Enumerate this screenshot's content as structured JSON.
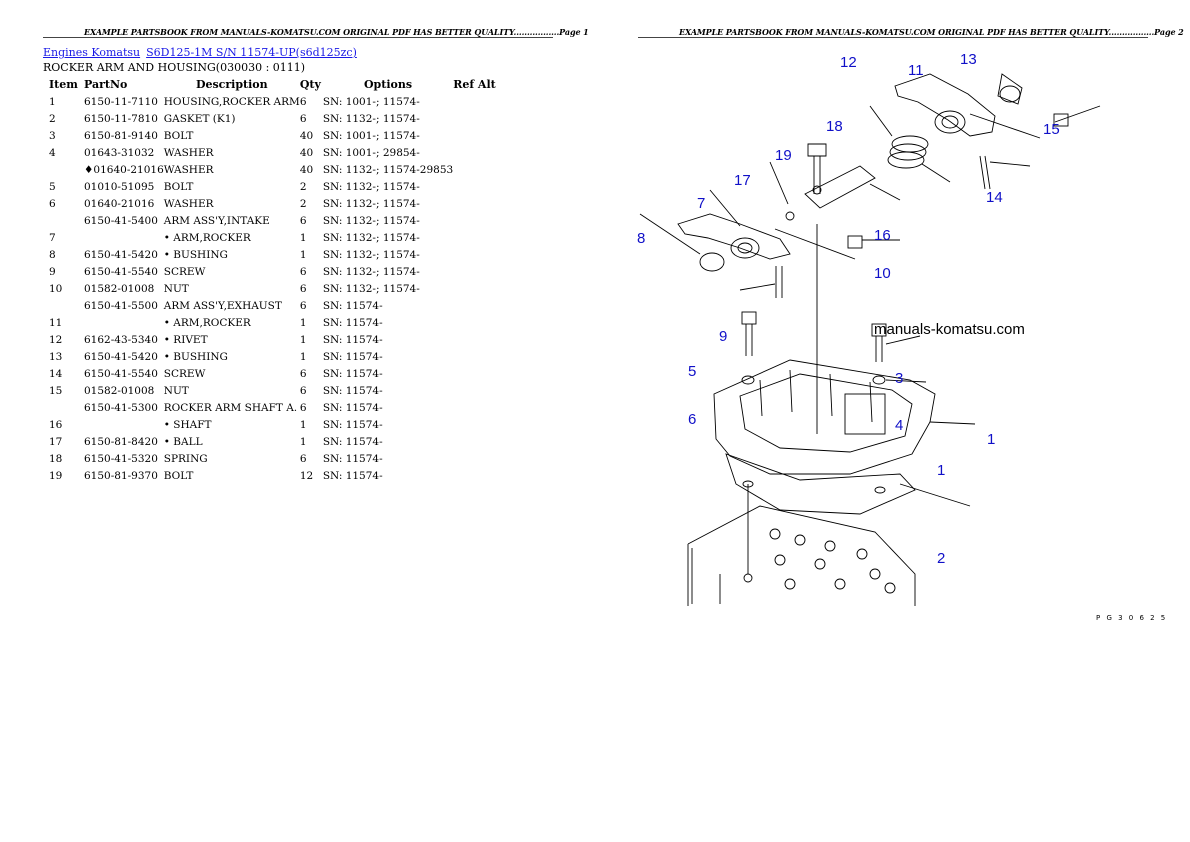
{
  "header": {
    "left_text": "EXAMPLE PARTSBOOK FROM MANUALS-KOMATSU.COM ORIGINAL PDF HAS BETTER QUALITY.................Page 1",
    "right_text": "EXAMPLE PARTSBOOK FROM MANUALS-KOMATSU.COM ORIGINAL PDF HAS BETTER QUALITY.................Page 2"
  },
  "breadcrumb": {
    "link1": "Engines Komatsu",
    "link2": "S6D125-1M S/N 11574-UP(s6d125zc)"
  },
  "section_title": "ROCKER ARM AND HOUSING(030030 : 0111)",
  "table": {
    "columns": [
      "Item",
      "PartNo",
      "Description",
      "Qty",
      "Options",
      "Ref Alt"
    ],
    "rows": [
      {
        "item": "1",
        "part": "6150-11-7110",
        "desc": "HOUSING,ROCKER ARM",
        "qty": "6",
        "opt": "SN: 1001-; 11574-"
      },
      {
        "item": "2",
        "part": "6150-11-7810",
        "desc": "GASKET (K1)",
        "qty": "6",
        "opt": "SN: 1132-; 11574-"
      },
      {
        "item": "3",
        "part": "6150-81-9140",
        "desc": "BOLT",
        "qty": "40",
        "opt": "SN: 1001-; 11574-"
      },
      {
        "item": "4",
        "part": "01643-31032",
        "desc": "WASHER",
        "qty": "40",
        "opt": "SN: 1001-; 29854-"
      },
      {
        "item": "",
        "part": "♦01640-21016",
        "desc": "WASHER",
        "qty": "40",
        "opt": "SN: 1132-; 11574-29853"
      },
      {
        "item": "5",
        "part": "01010-51095",
        "desc": "BOLT",
        "qty": "2",
        "opt": "SN: 1132-; 11574-"
      },
      {
        "item": "6",
        "part": "01640-21016",
        "desc": "WASHER",
        "qty": "2",
        "opt": "SN: 1132-; 11574-"
      },
      {
        "item": "",
        "part": "6150-41-5400",
        "desc": "ARM ASS'Y,INTAKE",
        "qty": "6",
        "opt": "SN: 1132-; 11574-"
      },
      {
        "item": "7",
        "part": "",
        "desc": "• ARM,ROCKER",
        "qty": "1",
        "opt": "SN: 1132-; 11574-"
      },
      {
        "item": "8",
        "part": "6150-41-5420",
        "desc": "• BUSHING",
        "qty": "1",
        "opt": "SN: 1132-; 11574-"
      },
      {
        "item": "9",
        "part": "6150-41-5540",
        "desc": "SCREW",
        "qty": "6",
        "opt": "SN: 1132-; 11574-"
      },
      {
        "item": "10",
        "part": "01582-01008",
        "desc": "NUT",
        "qty": "6",
        "opt": "SN: 1132-; 11574-"
      },
      {
        "item": "",
        "part": "6150-41-5500",
        "desc": "ARM ASS'Y,EXHAUST",
        "qty": "6",
        "opt": "SN: 11574-"
      },
      {
        "item": "11",
        "part": "",
        "desc": "• ARM,ROCKER",
        "qty": "1",
        "opt": "SN: 11574-"
      },
      {
        "item": "12",
        "part": "6162-43-5340",
        "desc": "• RIVET",
        "qty": "1",
        "opt": "SN: 11574-"
      },
      {
        "item": "13",
        "part": "6150-41-5420",
        "desc": "• BUSHING",
        "qty": "1",
        "opt": "SN: 11574-"
      },
      {
        "item": "14",
        "part": "6150-41-5540",
        "desc": "SCREW",
        "qty": "6",
        "opt": "SN: 11574-"
      },
      {
        "item": "15",
        "part": "01582-01008",
        "desc": "NUT",
        "qty": "6",
        "opt": "SN: 11574-"
      },
      {
        "item": "",
        "part": "6150-41-5300",
        "desc": "ROCKER ARM SHAFT A.",
        "qty": "6",
        "opt": "SN: 11574-"
      },
      {
        "item": "16",
        "part": "",
        "desc": "• SHAFT",
        "qty": "1",
        "opt": "SN: 11574-"
      },
      {
        "item": "17",
        "part": "6150-81-8420",
        "desc": "• BALL",
        "qty": "1",
        "opt": "SN: 11574-"
      },
      {
        "item": "18",
        "part": "6150-41-5320",
        "desc": "SPRING",
        "qty": "6",
        "opt": "SN: 11574-"
      },
      {
        "item": "19",
        "part": "6150-81-9370",
        "desc": "BOLT",
        "qty": "12",
        "opt": "SN: 11574-"
      }
    ]
  },
  "diagram": {
    "watermark": "manuals-komatsu.com",
    "code": "P G 3 0 6 2 5",
    "callout_color": "#1010c8",
    "callouts": [
      "12",
      "11",
      "13",
      "18",
      "19",
      "15",
      "17",
      "14",
      "7",
      "8",
      "16",
      "10",
      "9",
      "5",
      "3",
      "6",
      "4",
      "1",
      "1",
      "2"
    ]
  },
  "colors": {
    "link": "#1a1ae6",
    "callout": "#1010c8"
  }
}
